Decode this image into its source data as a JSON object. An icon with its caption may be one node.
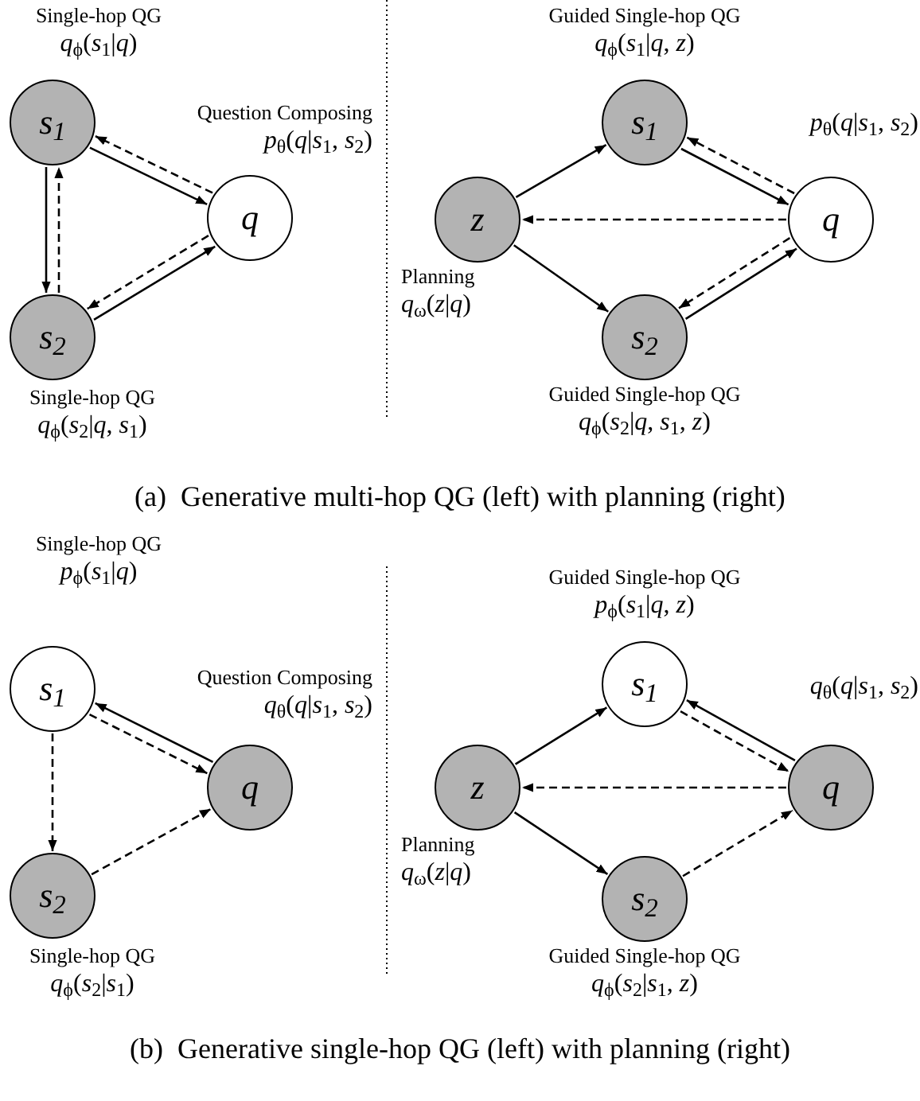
{
  "diagram": {
    "nodes": [
      {
        "text": [
          "*s*$_{1}$"
        ],
        "beside": [
          "Single-hop QG",
          "*q*$_{ϕ}$(*s*$_{1}$|*q*)"
        ]
      },
      {
        "text": [
          "*s*$_{2}$"
        ],
        "beside": [
          "Single-hop QG",
          "*q*$_{ϕ}$(*s*$_{2}$|*q*, *s*$_{1}$)"
        ]
      },
      {
        "text": [
          "q"
        ],
        "beside": [
          "Question Composing",
          "*p*$_{θ}$(*q*|*s*$_{1}$, *s*$_{2}$)"
        ]
      },
      {
        "text": [
          "z"
        ],
        "beside": [
          "Planning",
          "*q*$_{ω}$(*z*|*q*)"
        ]
      },
      {
        "text": [
          "*s*$_{1}$"
        ],
        "beside": [
          "Guided Single-hop QG",
          "*q*$_{ϕ}$(*s*$_{1}$|*q*, *z*)"
        ]
      },
      {
        "text": [
          "*s*$_{2}$"
        ],
        "beside": [
          "Guided Single-hop QG",
          "*q*$_{ϕ}$(*s*$_{2}$|*q*, *s*$_{1}$, *z*)"
        ]
      },
      {
        "text": [
          "q"
        ],
        "beside": [
          "*p*$_{θ}$(*q*|*s*$_{1}$, *s*$_{2}$)"
        ]
      },
      {
        "text": [
          "*s*$_{1}$"
        ],
        "beside": [
          "Single-hop QG",
          "*p*$_{ϕ}$(*s*$_{1}$|*q*)"
        ]
      },
      {
        "text": [
          "*s*$_{2}$"
        ],
        "beside": [
          "Single-hop QG",
          "*q*$_{ϕ}$(*s*$_{2}$|*s*$_{1}$)"
        ]
      },
      {
        "text": [
          "q"
        ],
        "beside": [
          "Question Composing",
          "*q*$_{θ}$(*q*|*s*$_{1}$, *s*$_{2}$)"
        ]
      },
      {
        "text": [
          "z"
        ],
        "beside": [
          "Planning",
          "*q*$_{ω}$(*z*|*q*)"
        ]
      },
      {
        "text": [
          "*s*$_{1}$"
        ],
        "beside": [
          "Guided Single-hop QG",
          "*p*$_{ϕ}$(*s*$_{1}$|*q*, *z*)"
        ]
      },
      {
        "text": [
          "*s*$_{2}$"
        ],
        "beside": [
          "Guided Single-hop QG",
          "*q*$_{ϕ}$(*s*$_{2}$|*s*$_{1}$, *z*)"
        ]
      },
      {
        "text": [
          "q"
        ],
        "beside": [
          "*q*$_{θ}$(*q*|*s*$_{1}$, *s*$_{2}$)"
        ]
      }
    ],
    "edges": [
      {
        "from": 0,
        "to": 2,
        "arrow": "to"
      },
      {
        "from": 2,
        "to": 0,
        "arrow": "to",
        "style": "dashed"
      },
      {
        "from": 0,
        "to": 1,
        "arrow": "to"
      },
      {
        "from": 1,
        "to": 0,
        "arrow": "to",
        "style": "dashed"
      },
      {
        "from": 1,
        "to": 2,
        "arrow": "to"
      },
      {
        "from": 2,
        "to": 1,
        "arrow": "to",
        "style": "dashed"
      },
      {
        "from": 3,
        "to": 4,
        "arrow": "to"
      },
      {
        "from": 3,
        "to": 5,
        "arrow": "to"
      },
      {
        "from": 4,
        "to": 6,
        "arrow": "to"
      },
      {
        "from": 6,
        "to": 4,
        "arrow": "to",
        "style": "dashed"
      },
      {
        "from": 5,
        "to": 6,
        "arrow": "to"
      },
      {
        "from": 6,
        "to": 5,
        "arrow": "to",
        "style": "dashed"
      },
      {
        "from": 6,
        "to": 3,
        "arrow": "to",
        "style": "dashed"
      },
      {
        "from": 9,
        "to": 7,
        "arrow": "to"
      },
      {
        "from": 7,
        "to": 9,
        "arrow": "to",
        "style": "dashed"
      },
      {
        "from": 7,
        "to": 8,
        "arrow": "to",
        "style": "dashed"
      },
      {
        "from": 8,
        "to": 9,
        "arrow": "to",
        "style": "dashed"
      },
      {
        "from": 10,
        "to": 11,
        "arrow": "to"
      },
      {
        "from": 10,
        "to": 12,
        "arrow": "to"
      },
      {
        "from": 13,
        "to": 11,
        "arrow": "to"
      },
      {
        "from": 11,
        "to": 13,
        "arrow": "to",
        "style": "dashed"
      },
      {
        "from": 13,
        "to": 10,
        "arrow": "to",
        "style": "dashed"
      },
      {
        "from": 12,
        "to": 13,
        "arrow": "to",
        "style": "dashed"
      }
    ],
    "labels": [
      "(a)  Generative multi-hop QG (left) with planning (right)",
      "(b)  Generative single-hop QG (left) with planning (right)"
    ]
  }
}
